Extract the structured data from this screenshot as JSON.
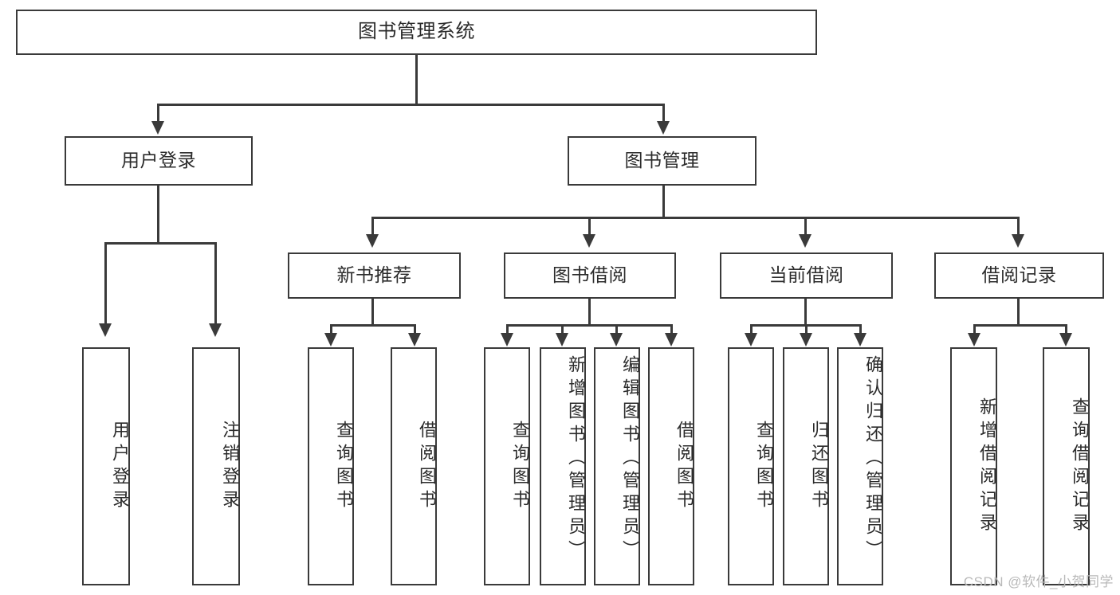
{
  "diagram": {
    "type": "tree-hierarchy",
    "title": "图书管理系统",
    "watermark": "CSDN @软件_小贺同学",
    "colors": {
      "stroke": "#3a3a3a",
      "background": "#ffffff",
      "text": "#2b2b2b",
      "watermark": "#b9b9b9"
    },
    "levels": {
      "root": {
        "label": "图书管理系统"
      },
      "level2": [
        {
          "label": "用户登录"
        },
        {
          "label": "图书管理"
        }
      ],
      "level3": [
        {
          "label": "新书推荐"
        },
        {
          "label": "图书借阅"
        },
        {
          "label": "当前借阅"
        },
        {
          "label": "借阅记录"
        }
      ],
      "leaves": {
        "user_login": [
          {
            "label": "用户登录"
          },
          {
            "label": "注销登录"
          }
        ],
        "new_book": [
          {
            "label": "查询图书"
          },
          {
            "label": "借阅图书"
          }
        ],
        "book_borrow": [
          {
            "label": "查询图书"
          },
          {
            "label": "新增图书（管理员）"
          },
          {
            "label": "编辑图书（管理员）"
          },
          {
            "label": "借阅图书"
          }
        ],
        "current_borrow": [
          {
            "label": "查询图书"
          },
          {
            "label": "归还图书"
          },
          {
            "label": "确认归还（管理员）"
          }
        ],
        "borrow_record": [
          {
            "label": "新增借阅记录"
          },
          {
            "label": "查询借阅记录"
          }
        ]
      }
    }
  }
}
